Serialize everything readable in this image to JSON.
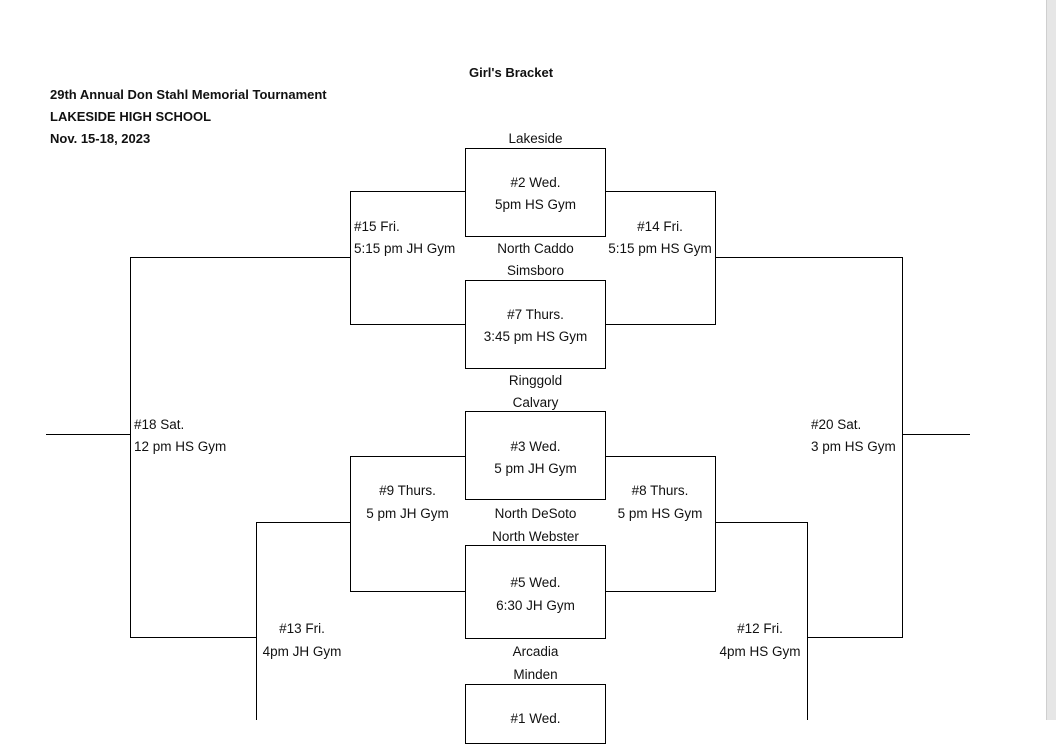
{
  "header": {
    "bracket_title": "Girl's Bracket",
    "tournament": "29th Annual Don Stahl Memorial Tournament",
    "school": "LAKESIDE HIGH SCHOOL",
    "dates": "Nov. 15-18, 2023"
  },
  "teams": {
    "lakeside": "Lakeside",
    "north_caddo": "North Caddo",
    "simsboro": "Simsboro",
    "ringgold": "Ringgold",
    "calvary": "Calvary",
    "north_desoto": "North DeSoto",
    "north_webster": "North Webster",
    "arcadia": "Arcadia",
    "minden": "Minden"
  },
  "games": {
    "g2": {
      "line1": "#2 Wed.",
      "line2": "5pm HS Gym"
    },
    "g7": {
      "line1": "#7 Thurs.",
      "line2": "3:45 pm HS Gym"
    },
    "g3": {
      "line1": "#3 Wed.",
      "line2": "5 pm JH Gym"
    },
    "g5": {
      "line1": "#5 Wed.",
      "line2": "6:30 JH Gym"
    },
    "g1": {
      "line1": "#1 Wed."
    },
    "g15": {
      "line1": "#15 Fri.",
      "line2": "5:15 pm JH Gym"
    },
    "g14": {
      "line1": "#14 Fri.",
      "line2": "5:15 pm HS Gym"
    },
    "g9": {
      "line1": "#9 Thurs.",
      "line2": "5 pm JH Gym"
    },
    "g8": {
      "line1": "#8 Thurs.",
      "line2": "5 pm HS Gym"
    },
    "g18": {
      "line1": "#18 Sat.",
      "line2": "12 pm HS Gym"
    },
    "g20": {
      "line1": "#20 Sat.",
      "line2": "3 pm HS Gym"
    },
    "g13": {
      "line1": "#13 Fri.",
      "line2": "4pm JH Gym"
    },
    "g12": {
      "line1": "#12 Fri.",
      "line2": "4pm  HS Gym"
    }
  }
}
